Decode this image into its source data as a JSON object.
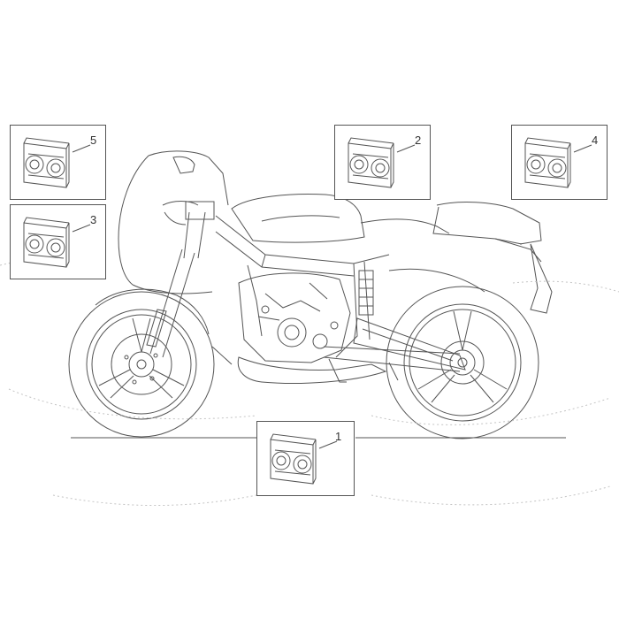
{
  "diagram": {
    "callouts": [
      {
        "id": "callout-1",
        "label": "1"
      },
      {
        "id": "callout-2",
        "label": "2"
      },
      {
        "id": "callout-3",
        "label": "3"
      },
      {
        "id": "callout-4",
        "label": "4"
      },
      {
        "id": "callout-5",
        "label": "5"
      }
    ]
  },
  "colors": {
    "line": "#555555",
    "faint": "#b0b0b0",
    "background": "#ffffff"
  }
}
